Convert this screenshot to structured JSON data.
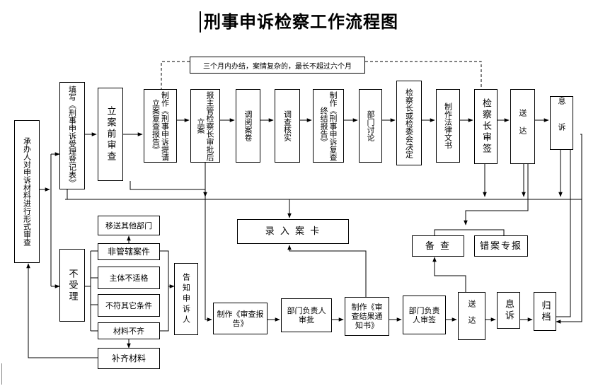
{
  "title": "刑事申诉检察工作流程图",
  "note": "三个月内办结，案情复杂的，最长不超过六个月",
  "boxes": {
    "intake": "承办人对申诉材料进行形式审查",
    "fill_form": "填写《刑事申诉受理登记表》",
    "pre_filing": "立案前审查",
    "make_filing_report": "制作《刑事申诉提请立案复查报告》",
    "filing_after_approval": "报主管检察长审批后立案",
    "review_file": "调阅案卷",
    "investigate": "调查核实",
    "make_review_report": "制作《刑事申诉复查终结报告》",
    "dept_discussion": "部门讨论",
    "chief_decision": "检察长或检委会决定",
    "make_legal_doc": "制作法律文书",
    "chief_sign": "检察长审签",
    "deliver_top": "送达",
    "close_complaint": "息诉",
    "record_card": "录 入 案 卡",
    "backup": "备 查",
    "error_file": "错案专报",
    "not_accepted": "不受理",
    "transfer_other": "移送其他部门",
    "non_jurisdiction": "非管辖案件",
    "wrong_subject": "主体不适格",
    "other_conditions": "不符其它条件",
    "incomplete_material": "材料不齐",
    "supplement_material": "补齐材料",
    "notify_complainant": "告知申诉人",
    "make_exam_report": "制作《审查报告》",
    "dept_head_approve": "部门负责人审批",
    "make_result_notice": "制作《审查结果通知书》",
    "dept_head_sign": "部门负责人审签",
    "deliver_bottom": "送达",
    "close_bottom": "息诉",
    "archive": "归档"
  }
}
